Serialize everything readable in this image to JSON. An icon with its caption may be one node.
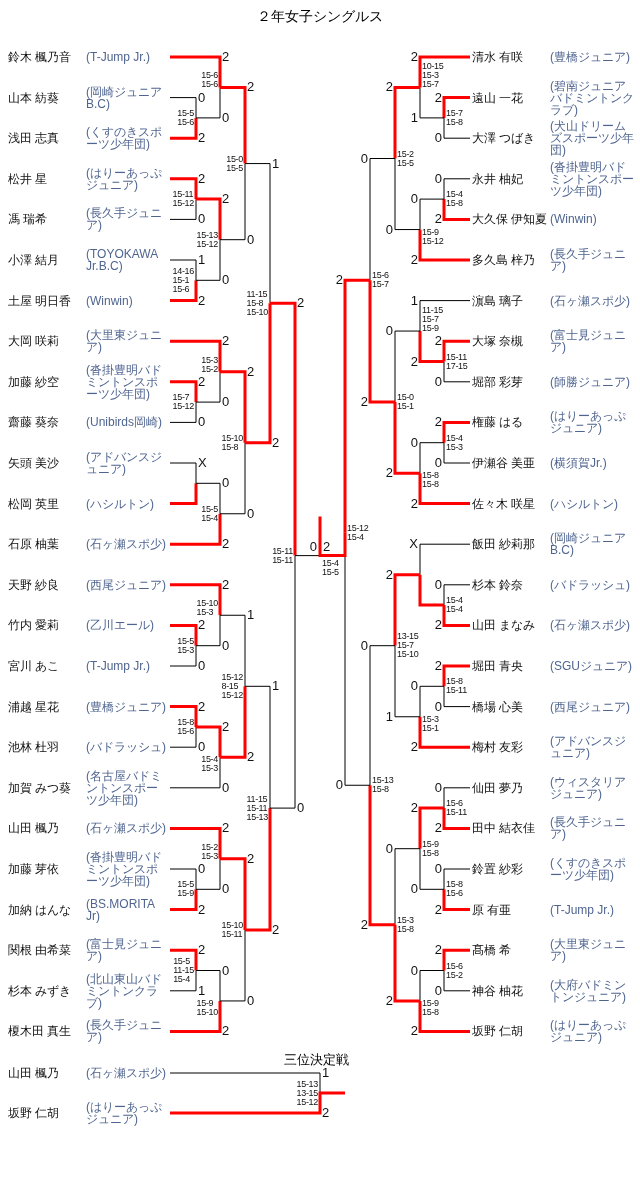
{
  "diagram": {
    "title": "２年女子シングルス",
    "nodes": [
      {
        "text": [
          "鈴木 楓乃音",
          "(T-Jump Jr.)"
        ]
      },
      {
        "text": [
          "山本 紡葵",
          "(岡崎ジュニアB.C)"
        ]
      },
      {
        "text": [
          "浅田 志真",
          "(くすのきスポーツ少年団)"
        ]
      },
      {
        "text": [
          "松井 星",
          "(はりーあっぷジュニア)"
        ]
      },
      {
        "text": [
          "馮 瑞希",
          "(長久手ジュニア)"
        ]
      },
      {
        "text": [
          "小澤 結月",
          "(TOYOKAWA Jr.B.C)"
        ]
      },
      {
        "text": [
          "土屋 明日香",
          "(Winwin)"
        ]
      },
      {
        "text": [
          "大岡 咲莉",
          "(大里東ジュニア)"
        ]
      },
      {
        "text": [
          "加藤 紗空",
          "(沓掛豊明バドミントンスポーツ少年団)"
        ]
      },
      {
        "text": [
          "齋藤 葵奈",
          "(Unibirds岡崎)"
        ]
      },
      {
        "text": [
          "矢頭 美沙",
          "(アドバンスジュニア)"
        ]
      },
      {
        "text": [
          "松岡 英里",
          "(ハシルトン)"
        ]
      },
      {
        "text": [
          "石原 柚葉",
          "(石ヶ瀬スポ少)"
        ]
      },
      {
        "text": [
          "天野 紗良",
          "(西尾ジュニア)"
        ]
      },
      {
        "text": [
          "竹内 愛莉",
          "(乙川エール)"
        ]
      },
      {
        "text": [
          "宮川 あこ",
          "(T-Jump Jr.)"
        ]
      },
      {
        "text": [
          "浦越 星花",
          "(豊橋ジュニア)"
        ]
      },
      {
        "text": [
          "池林 杜羽",
          "(バドラッシュ)"
        ]
      },
      {
        "text": [
          "加賀 みつ葵",
          "(名古屋バドミントンスポーツ少年団)"
        ]
      },
      {
        "text": [
          "山田 楓乃",
          "(石ヶ瀬スポ少)"
        ]
      },
      {
        "text": [
          "加藤 芽依",
          "(沓掛豊明バドミントンスポーツ少年団)"
        ]
      },
      {
        "text": [
          "加納 はんな",
          "(BS.MORITA Jr)"
        ]
      },
      {
        "text": [
          "関根 由希菜",
          "(富士見ジュニア)"
        ]
      },
      {
        "text": [
          "杉本 みずき",
          "(北山東山バドミントンクラブ)"
        ]
      },
      {
        "text": [
          "榎木田 真生",
          "(長久手ジュニア)"
        ]
      },
      {
        "text": [
          "清水 有咲",
          "(豊橋ジュニア)"
        ]
      },
      {
        "text": [
          "遠山 一花",
          "(碧南ジュニアバドミントンクラブ)"
        ]
      },
      {
        "text": [
          "大澤 つばき",
          "(犬山ドリームズスポーツ少年団)"
        ]
      },
      {
        "text": [
          "永井 柚妃",
          "(沓掛豊明バドミントンスポーツ少年団)"
        ]
      },
      {
        "text": [
          "大久保 伊知夏",
          "(Winwin)"
        ]
      },
      {
        "text": [
          "多久島 梓乃",
          "(長久手ジュニア)"
        ]
      },
      {
        "text": [
          "濵島 璃子",
          "(石ヶ瀬スポ少)"
        ]
      },
      {
        "text": [
          "大塚 奈槻",
          "(富士見ジュニア)"
        ]
      },
      {
        "text": [
          "堀部 彩芽",
          "(師勝ジュニア)"
        ]
      },
      {
        "text": [
          "権藤 はる",
          "(はりーあっぷジュニア)"
        ]
      },
      {
        "text": [
          "伊瀬谷 美亜",
          "(横須賀Jr.)"
        ]
      },
      {
        "text": [
          "佐々木 咲星",
          "(ハシルトン)"
        ]
      },
      {
        "text": [
          "飯田 紗莉那",
          "(岡崎ジュニアB.C)"
        ]
      },
      {
        "text": [
          "杉本 鈴奈",
          "(バドラッシュ)"
        ]
      },
      {
        "text": [
          "山田 まなみ",
          "(石ヶ瀬スポ少)"
        ]
      },
      {
        "text": [
          "堀田 青央",
          "(SGUジュニア)"
        ]
      },
      {
        "text": [
          "橋場 心美",
          "(西尾ジュニア)"
        ]
      },
      {
        "text": [
          "梅村 友彩",
          "(アドバンスジュニア)"
        ]
      },
      {
        "text": [
          "仙田 夢乃",
          "(ウィスタリアジュニア)"
        ]
      },
      {
        "text": [
          "田中 結衣佳",
          "(長久手ジュニア)"
        ]
      },
      {
        "text": [
          "鈴置 紗彩",
          "(くすのきスポーツ少年団)"
        ]
      },
      {
        "text": [
          "原 有亜",
          "(T-Jump Jr.)"
        ]
      },
      {
        "text": [
          "髙橋 希",
          "(大里東ジュニア)"
        ]
      },
      {
        "text": [
          "神谷 柚花",
          "(大府バドミントンジュニア)"
        ]
      },
      {
        "text": [
          "坂野 仁胡",
          "(はりーあっぷジュニア)"
        ]
      },
      {
        "text": [
          "山田 楓乃",
          "(石ヶ瀬スポ少)"
        ]
      },
      {
        "text": [
          "坂野 仁胡",
          "(はりーあっぷジュニア)"
        ]
      }
    ],
    "labels": [
      "三位決定戦",
      "15-5 15-6",
      "0",
      "2",
      "15-6 15-6",
      "2",
      "0",
      "15-11 15-12",
      "2",
      "0",
      "14-16 15-1 15-6",
      "1",
      "2",
      "15-13 15-12",
      "2",
      "0",
      "15-0 15-5",
      "2",
      "0",
      "15-7 15-12",
      "2",
      "0",
      "15-3 15-2",
      "2",
      "0",
      "X",
      "15-5 15-4",
      "0",
      "2",
      "15-10 15-8",
      "2",
      "0",
      "11-15 15-8 15-10",
      "1",
      "2",
      "15-5 15-3",
      "2",
      "0",
      "15-10 15-3",
      "2",
      "0",
      "15-8 15-6",
      "2",
      "0",
      "15-4 15-3",
      "2",
      "0",
      "15-12 8-15 15-12",
      "1",
      "2",
      "15-5 15-9",
      "0",
      "2",
      "15-2 15-3",
      "2",
      "0",
      "15-5 11-15 15-4",
      "2",
      "1",
      "15-9 15-10",
      "0",
      "2",
      "15-10 15-11",
      "2",
      "0",
      "11-15 15-11 15-13",
      "1",
      "2",
      "15-11 15-11",
      "2",
      "0",
      "15-7 15-8",
      "2",
      "0",
      "10-15 15-3 15-7",
      "2",
      "1",
      "15-4 15-8",
      "0",
      "2",
      "15-9 15-12",
      "0",
      "2",
      "15-2 15-5",
      "2",
      "0",
      "15-11 17-15",
      "2",
      "0",
      "11-15 15-7 15-9",
      "1",
      "2",
      "15-4 15-3",
      "2",
      "0",
      "15-8 15-8",
      "0",
      "2",
      "15-0 15-1",
      "0",
      "2",
      "15-6 15-7",
      "0",
      "2",
      "15-4 15-4",
      "0",
      "2",
      "X",
      "15-8 15-11",
      "2",
      "0",
      "15-3 15-1",
      "0",
      "2",
      "13-15 15-7 15-10",
      "2",
      "1",
      "15-6 15-11",
      "0",
      "2",
      "15-8 15-6",
      "0",
      "2",
      "15-9 15-8",
      "2",
      "0",
      "15-6 15-2",
      "2",
      "0",
      "15-9 15-8",
      "0",
      "2",
      "15-3 15-8",
      "0",
      "2",
      "15-13 15-8",
      "0",
      "2",
      "15-12 15-4",
      "2",
      "0",
      "15-4 15-5",
      "0",
      "2",
      "15-13 13-15 15-12",
      "1",
      "2"
    ]
  }
}
